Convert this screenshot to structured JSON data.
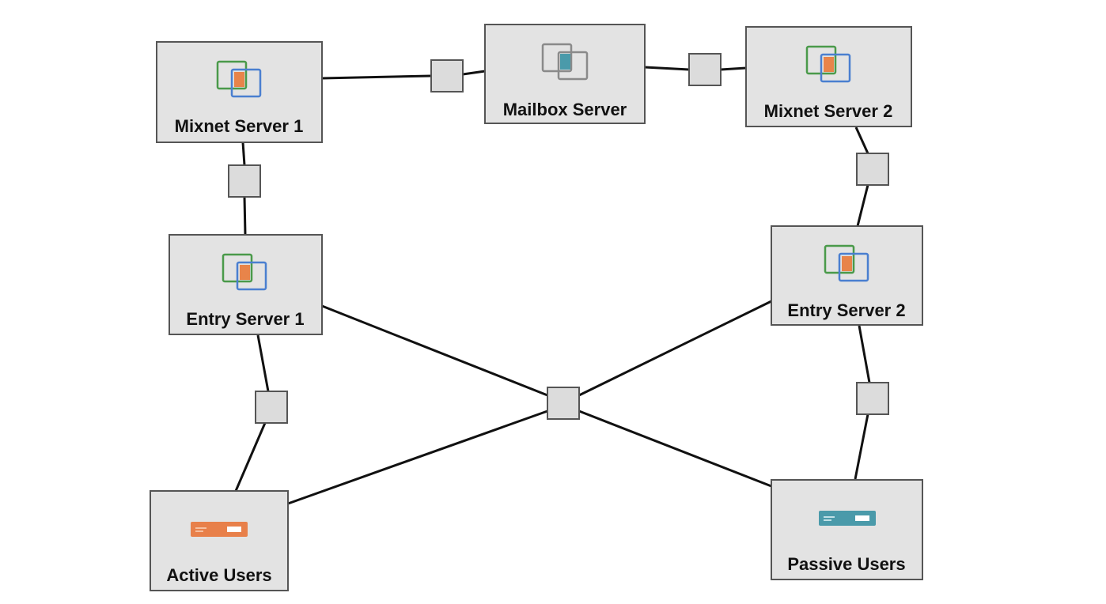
{
  "nodes": {
    "mixnet_server_1": {
      "label": "Mixnet Server 1",
      "icon": "server-windows-icon"
    },
    "mailbox_server": {
      "label": "Mailbox Server",
      "icon": "mailbox-windows-icon"
    },
    "mixnet_server_2": {
      "label": "Mixnet Server 2",
      "icon": "server-windows-icon"
    },
    "entry_server_1": {
      "label": "Entry Server 1",
      "icon": "server-windows-icon"
    },
    "entry_server_2": {
      "label": "Entry Server 2",
      "icon": "server-windows-icon"
    },
    "active_users": {
      "label": "Active Users",
      "icon": "device-bar-icon"
    },
    "passive_users": {
      "label": "Passive Users",
      "icon": "device-bar-icon"
    }
  },
  "colors": {
    "node_fill": "#e3e3e3",
    "node_stroke": "#555555",
    "link": "#111111",
    "icon_green": "#4a9a4a",
    "icon_blue": "#4a7fd0",
    "icon_orange": "#e8844a",
    "icon_teal": "#4a9aaa",
    "icon_grey": "#8a8a8a",
    "active_users_bar": "#e8804a",
    "passive_users_bar": "#4a9aaa"
  }
}
